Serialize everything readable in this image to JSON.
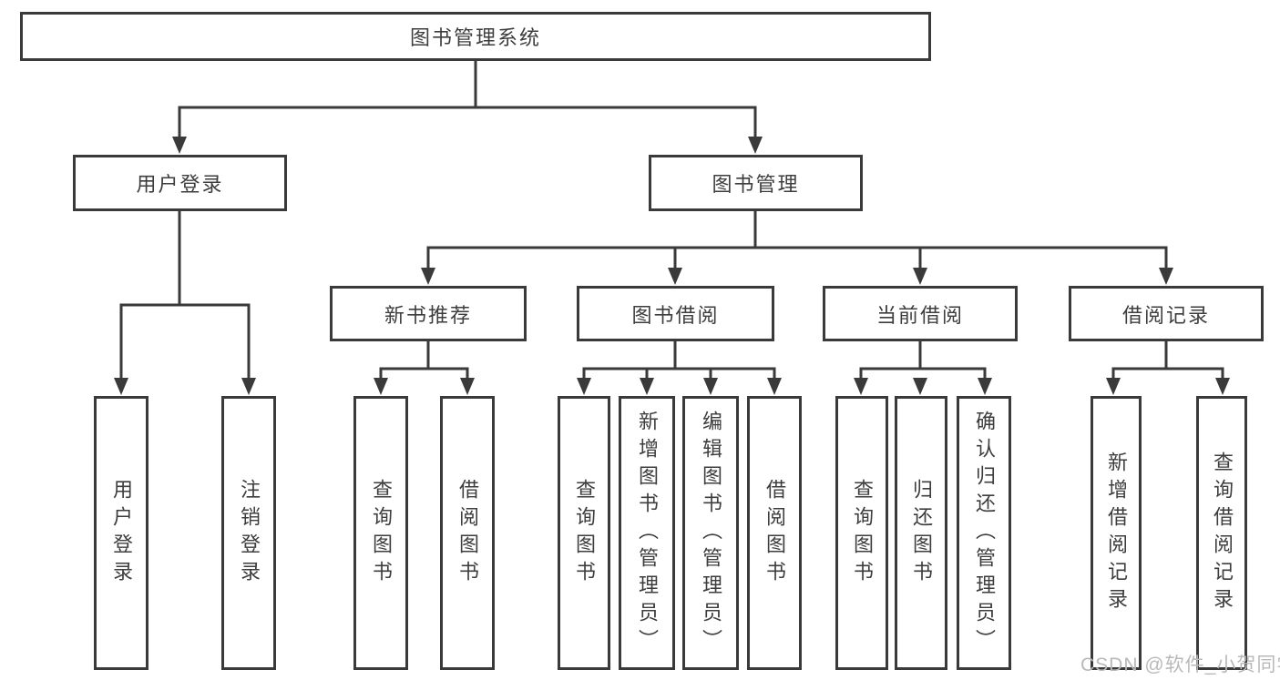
{
  "diagram": {
    "root": {
      "label": "图书管理系统"
    },
    "level2": [
      {
        "label": "用户登录"
      },
      {
        "label": "图书管理"
      }
    ],
    "level3": [
      {
        "label": "新书推荐"
      },
      {
        "label": "图书借阅"
      },
      {
        "label": "当前借阅"
      },
      {
        "label": "借阅记录"
      }
    ],
    "leaves": {
      "user_login": [
        {
          "label": "用户登录"
        },
        {
          "label": "注销登录"
        }
      ],
      "new_book_recommend": [
        {
          "label": "查询图书"
        },
        {
          "label": "借阅图书"
        }
      ],
      "book_borrow": [
        {
          "label": "查询图书"
        },
        {
          "label": "新增图书（管理员）"
        },
        {
          "label": "编辑图书（管理员）"
        },
        {
          "label": "借阅图书"
        }
      ],
      "current_borrow": [
        {
          "label": "查询图书"
        },
        {
          "label": "归还图书"
        },
        {
          "label": "确认归还（管理员）"
        }
      ],
      "borrow_records": [
        {
          "label": "新增借阅记录"
        },
        {
          "label": "查询借阅记录"
        }
      ]
    }
  },
  "watermark": "CSDN @软件_小贺同学",
  "colors": {
    "line": "#3a3a3a",
    "text": "#3d3d3d",
    "watermark": "#b9b9b9",
    "background": "#ffffff"
  }
}
